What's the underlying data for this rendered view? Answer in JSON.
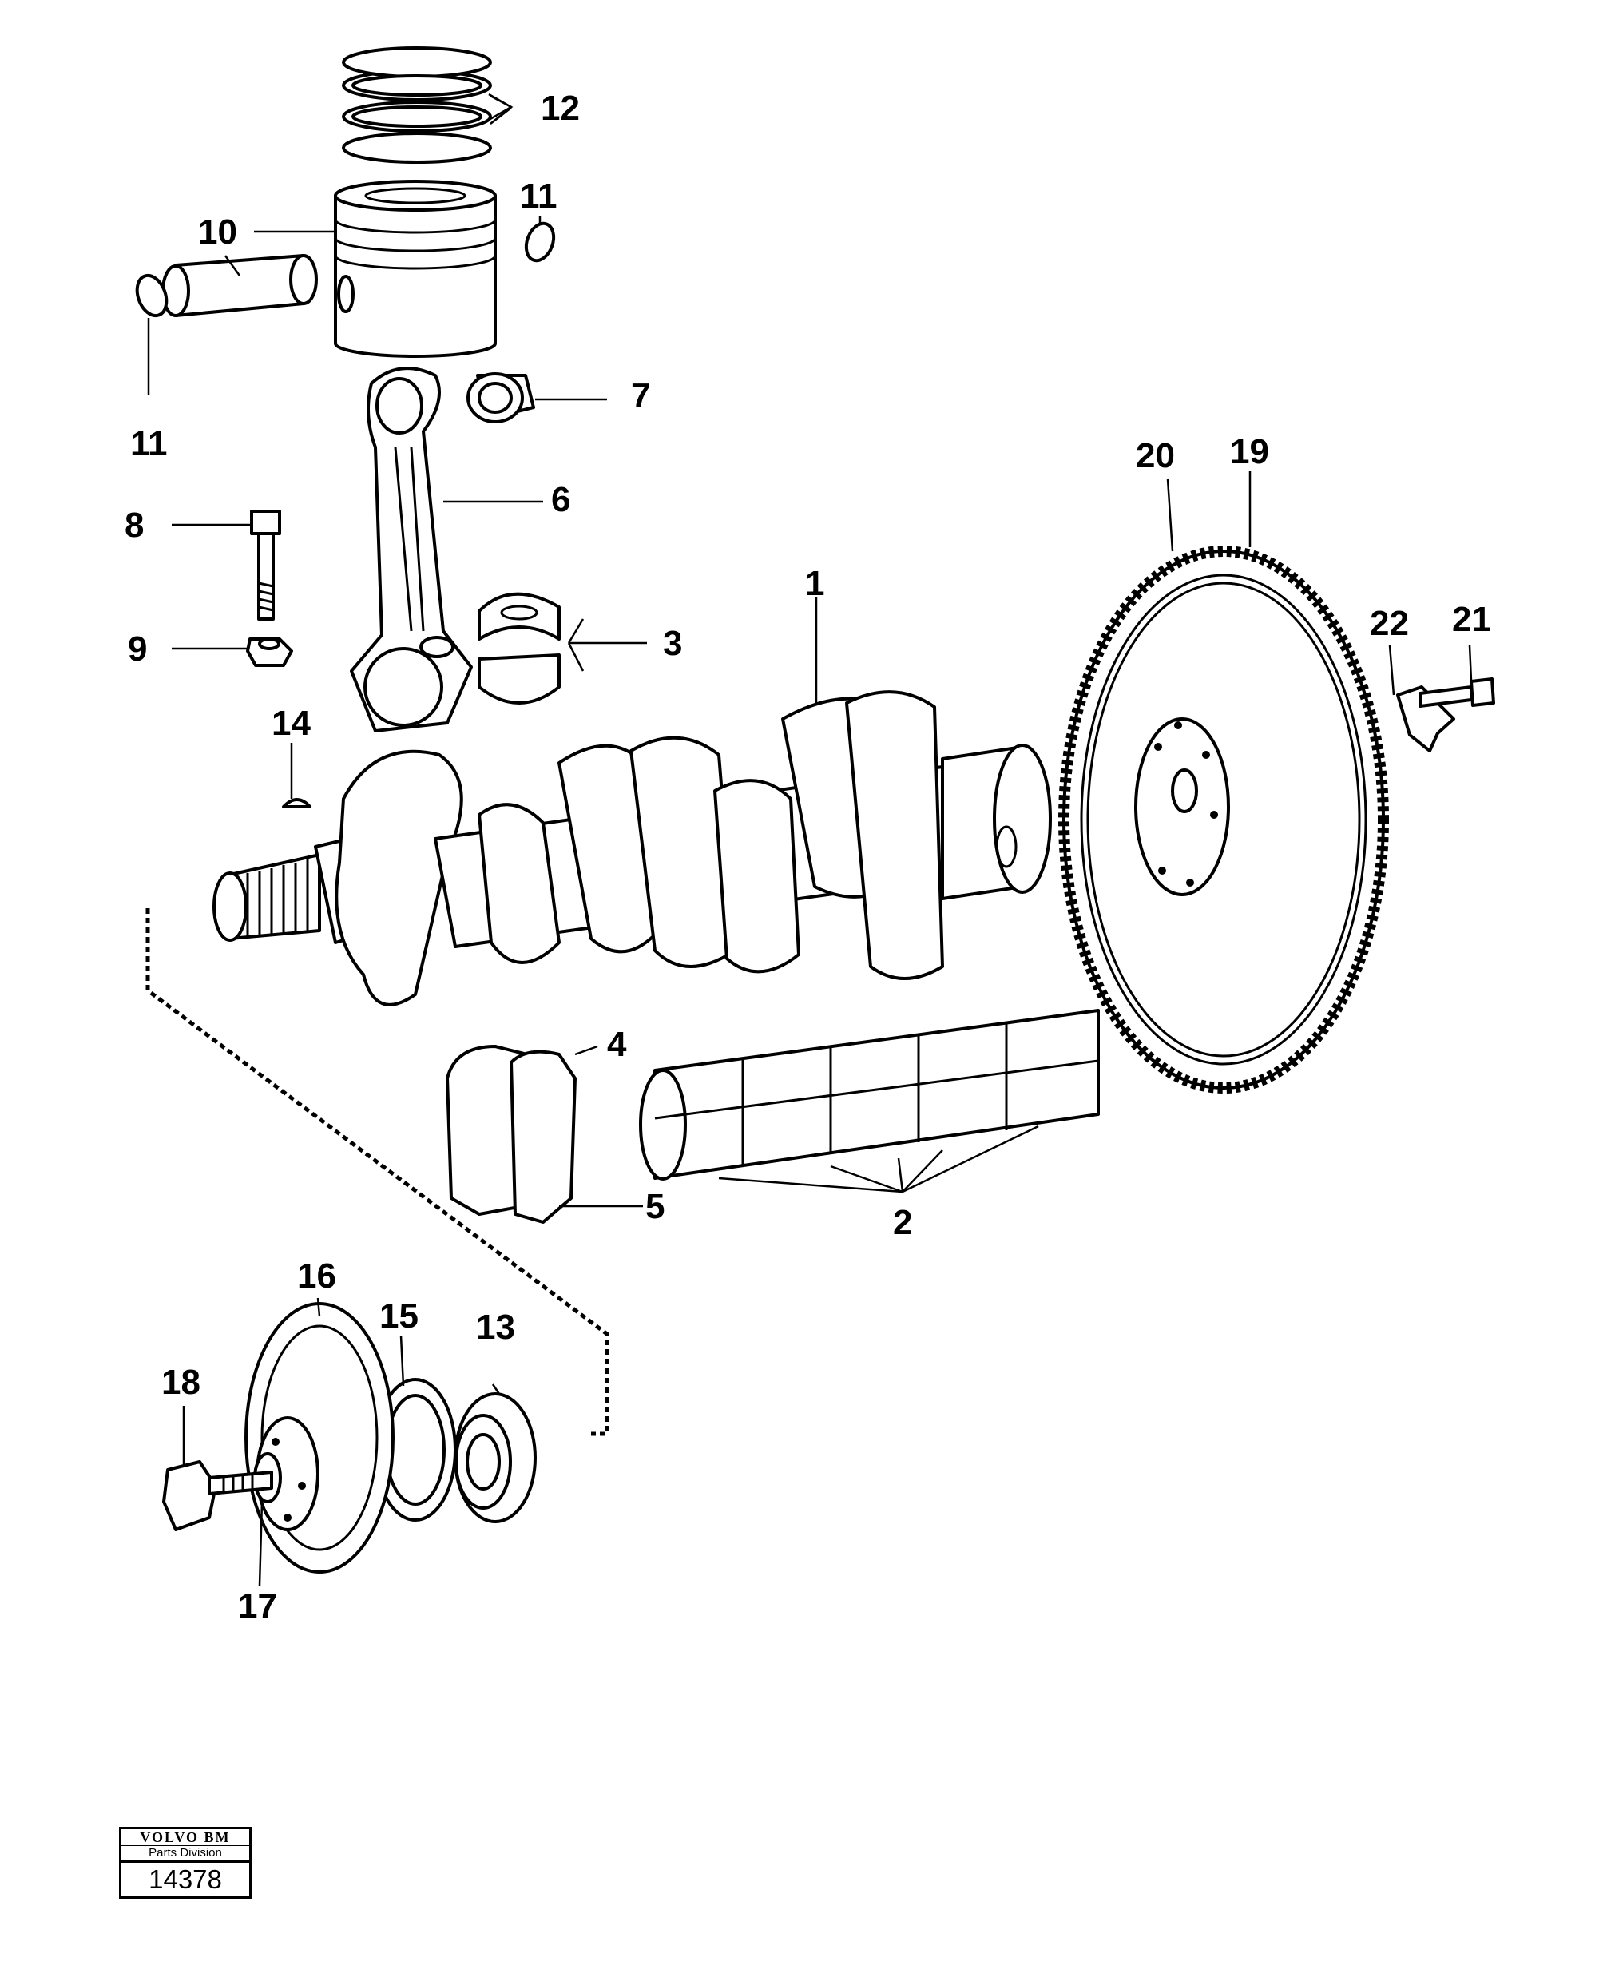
{
  "callouts": [
    {
      "id": "1",
      "text": "1"
    },
    {
      "id": "2",
      "text": "2"
    },
    {
      "id": "3",
      "text": "3"
    },
    {
      "id": "4",
      "text": "4"
    },
    {
      "id": "5",
      "text": "5"
    },
    {
      "id": "6",
      "text": "6"
    },
    {
      "id": "7",
      "text": "7"
    },
    {
      "id": "8",
      "text": "8"
    },
    {
      "id": "9",
      "text": "9"
    },
    {
      "id": "10",
      "text": "10"
    },
    {
      "id": "11a",
      "text": "11"
    },
    {
      "id": "11b",
      "text": "11"
    },
    {
      "id": "12",
      "text": "12"
    },
    {
      "id": "13",
      "text": "13"
    },
    {
      "id": "14",
      "text": "14"
    },
    {
      "id": "15",
      "text": "15"
    },
    {
      "id": "16",
      "text": "16"
    },
    {
      "id": "17",
      "text": "17"
    },
    {
      "id": "18",
      "text": "18"
    },
    {
      "id": "19",
      "text": "19"
    },
    {
      "id": "20",
      "text": "20"
    },
    {
      "id": "21",
      "text": "21"
    },
    {
      "id": "22",
      "text": "22"
    }
  ],
  "stamp": {
    "brand": "VOLVO BM",
    "division": "Parts Division",
    "code": "14378"
  }
}
